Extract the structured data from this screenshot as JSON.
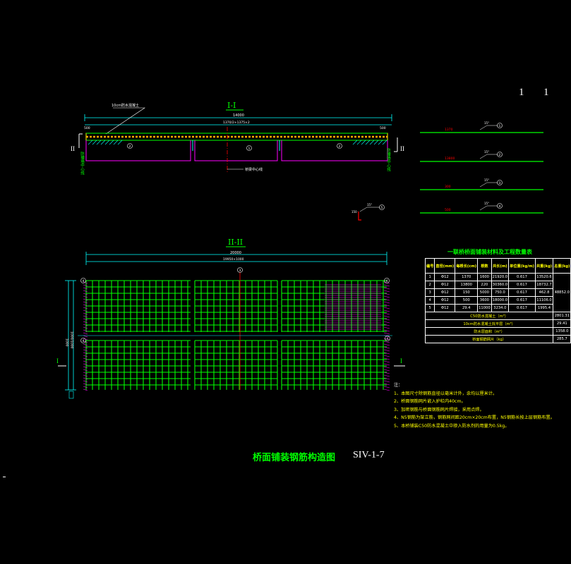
{
  "sheet_numbers": [
    "1",
    "1"
  ],
  "section_1": {
    "label": "I-I",
    "top_callout": "10cm防水混凝土",
    "total_dim": "14000",
    "inner_dim": "1370/2+1375×2",
    "centerline_label": "桥梁中心线",
    "left_cut": "II",
    "right_cut": "II",
    "left_dim": "500",
    "right_dim": "500",
    "left_side_label": "防撞墙中心线",
    "right_side_label": "防撞墙中心线",
    "circle_marks": [
      "2",
      "1",
      "2"
    ]
  },
  "section_2": {
    "label": "II-II",
    "total_dim": "20000",
    "inner_dim": "19950×1000",
    "height_dim": "1000",
    "height_inner": "1000/1000",
    "left_cut": "I",
    "right_cut": "I",
    "circle_marks": [
      "4",
      "3",
      "4",
      "4",
      "4"
    ]
  },
  "bar_details": [
    {
      "length": "1370",
      "bend": "15°",
      "no": "1"
    },
    {
      "length": "13800",
      "bend": "15°",
      "no": "2"
    },
    {
      "length": "300",
      "bend": "15°",
      "no": "3"
    },
    {
      "length": "500",
      "bend": "15°",
      "no": "4"
    },
    {
      "length": "150",
      "bend": "15°",
      "no": "5"
    }
  ],
  "quantity_table": {
    "title": "一联桥桥面铺装材料及工程数量表",
    "headers": [
      "编号",
      "直径(mm)",
      "每根长(cm)",
      "根数",
      "共长(m)",
      "单位重(kg/m)",
      "共重(kg)",
      "总重(kg)"
    ],
    "rows": [
      [
        "1",
        "Φ12",
        "1370",
        "1600",
        "21920.0",
        "0.617",
        "13520.6",
        ""
      ],
      [
        "2",
        "Φ12",
        "13800",
        "220",
        "30360.0",
        "0.617",
        "18732.7",
        "48852.0"
      ],
      [
        "3",
        "Φ12",
        "150",
        "5000",
        "750.0",
        "0.617",
        "462.8",
        ""
      ],
      [
        "4",
        "Φ12",
        "500",
        "3600",
        "18000.0",
        "0.617",
        "11106.0",
        ""
      ],
      [
        "5",
        "Φ12",
        "29.4",
        "11000",
        "3234.0",
        "0.617",
        "1995.4",
        ""
      ]
    ],
    "summary": [
      {
        "label": "C50防水混凝土（m³）",
        "value": "2801.31"
      },
      {
        "label": "10cm防水混凝土找平层（m³）",
        "value": "29.41"
      },
      {
        "label": "防水层面积（m²）",
        "value": "1358.0"
      },
      {
        "label": "桥面钢筋网片（kg）",
        "value": "285.7"
      }
    ]
  },
  "notes": {
    "heading": "注：",
    "items": [
      "1、本图尺寸除钢筋直径以毫米计外，余均以厘米计。",
      "2、桥面钢筋网片嵌入护栏内40cm。",
      "3、加密钢筋与桥面钢筋网片焊接，采用点焊。",
      "4、N5钢筋为架立筋，钢筋网间距20cm×20cm布置，N5钢筋长按上层钢筋布置。",
      "5、本桥铺装C50防水混凝土中掺入防水剂的用量为0.5kg。"
    ]
  },
  "title_block": {
    "title": "桥面铺装钢筋构造图",
    "drawing_no": "SIV-1-7"
  },
  "colors": {
    "background": "#000000",
    "rebar": "#00ff00",
    "outline": "#ff00ff",
    "dimension": "#00ffff",
    "text": "#ffffff",
    "annotation": "#ffff00",
    "centerline": "#ff0000"
  }
}
